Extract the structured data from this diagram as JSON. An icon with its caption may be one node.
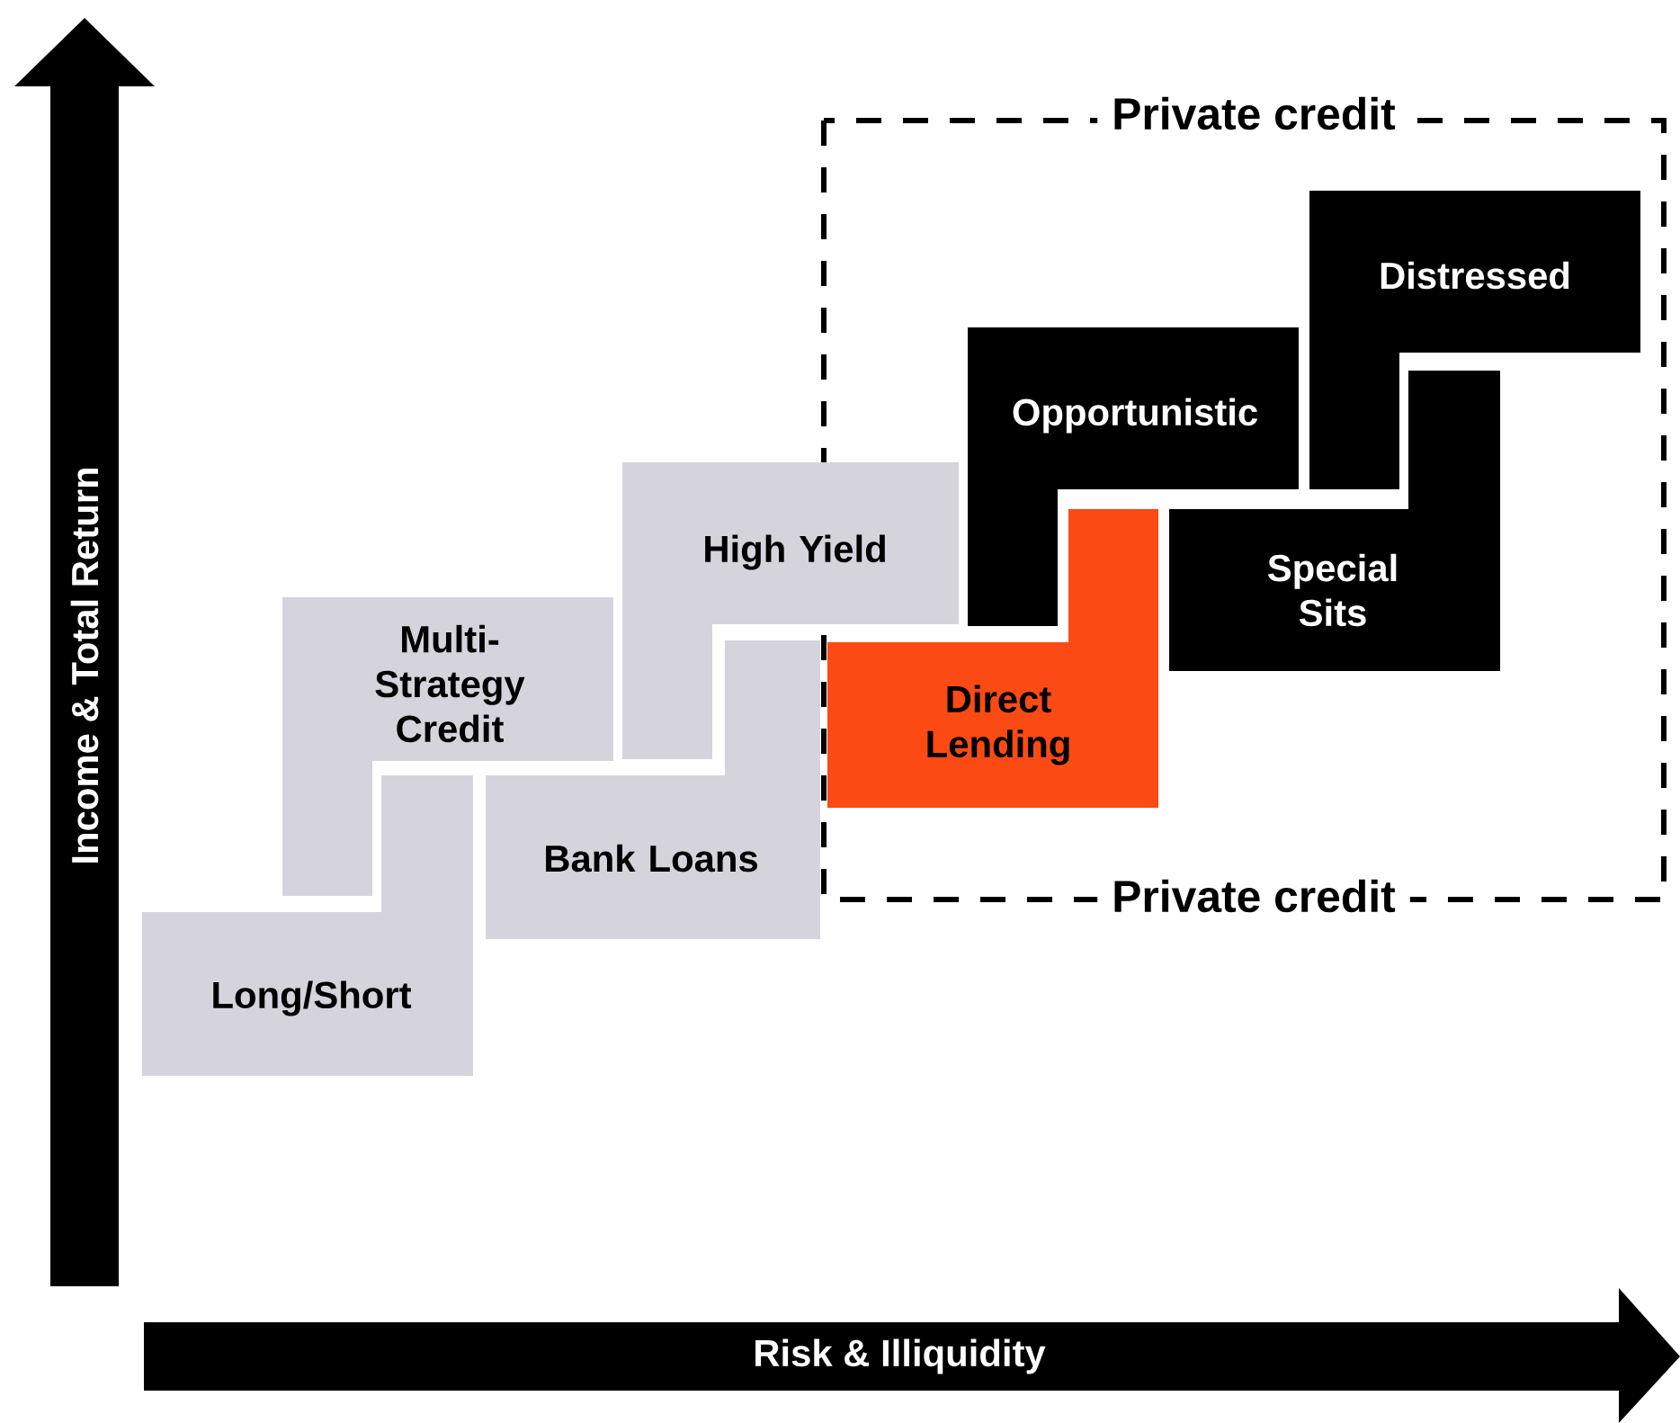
{
  "diagram": {
    "nodes": [
      {
        "text": [
          "Private credit",
          "Private credit"
        ]
      },
      {
        "text": [
          "Distressed"
        ],
        "in": 0
      },
      {
        "text": [
          "Opportunistic"
        ],
        "in": 0
      },
      {
        "text": [
          "High Yield"
        ]
      },
      {
        "text": [
          "Multi- Strategy Credit"
        ]
      },
      {
        "text": [
          "Special Sits"
        ],
        "in": 0
      },
      {
        "text": [
          "Direct Lending"
        ],
        "in": 0
      },
      {
        "text": [
          "Bank Loans"
        ]
      },
      {
        "text": [
          "Long/Short"
        ]
      }
    ],
    "labels": [
      "Income & Total Return",
      "Risk & Illiquidity"
    ]
  }
}
